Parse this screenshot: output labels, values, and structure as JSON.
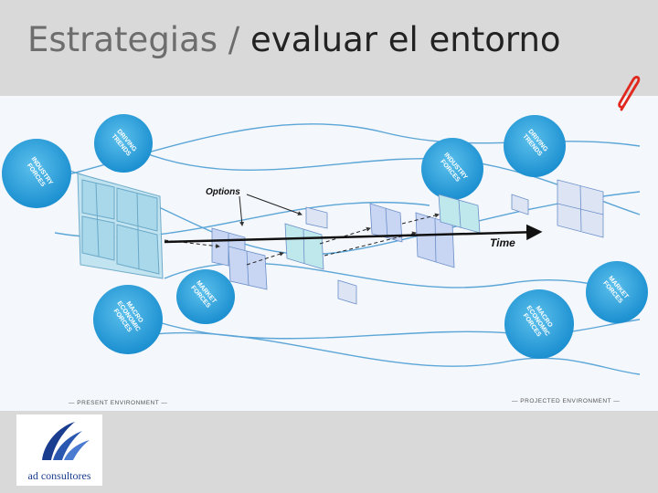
{
  "header": {
    "title_part1": "Estrategias / ",
    "title_part2": "evaluar el entorno"
  },
  "diagram": {
    "circles_left": [
      {
        "id": "industry-forces-left",
        "lines": [
          "INDUSTRY",
          "FORCES"
        ]
      },
      {
        "id": "driving-trends-left",
        "lines": [
          "DRIVING",
          "TRENDS"
        ]
      },
      {
        "id": "market-forces-left",
        "lines": [
          "MARKET",
          "FORCES"
        ]
      },
      {
        "id": "macro-economic-left",
        "lines": [
          "MACRO",
          "ECONOMIC",
          "FORCES"
        ]
      }
    ],
    "circles_right": [
      {
        "id": "industry-forces-right",
        "lines": [
          "INDUSTRY",
          "FORCES"
        ]
      },
      {
        "id": "driving-trends-right",
        "lines": [
          "DRIVING",
          "TRENDS"
        ]
      },
      {
        "id": "market-forces-right",
        "lines": [
          "MARKET",
          "FORCES"
        ]
      },
      {
        "id": "macro-economic-right",
        "lines": [
          "MACRO",
          "ECONOMIC",
          "FORCES"
        ]
      }
    ],
    "options_label": "Options",
    "time_label": "Time",
    "present_label": "— PRESENT ENVIRONMENT —",
    "projected_label": "— PROJECTED ENVIRONMENT —"
  },
  "logo": {
    "text": "ad consultores"
  },
  "colors": {
    "circle_fill": "#2ea4de",
    "panel_fill": "#bfe3f0",
    "accent_red": "#e0281e",
    "logo_blue": "#1b3d8f"
  },
  "icons": {
    "clip": "paperclip-icon"
  }
}
